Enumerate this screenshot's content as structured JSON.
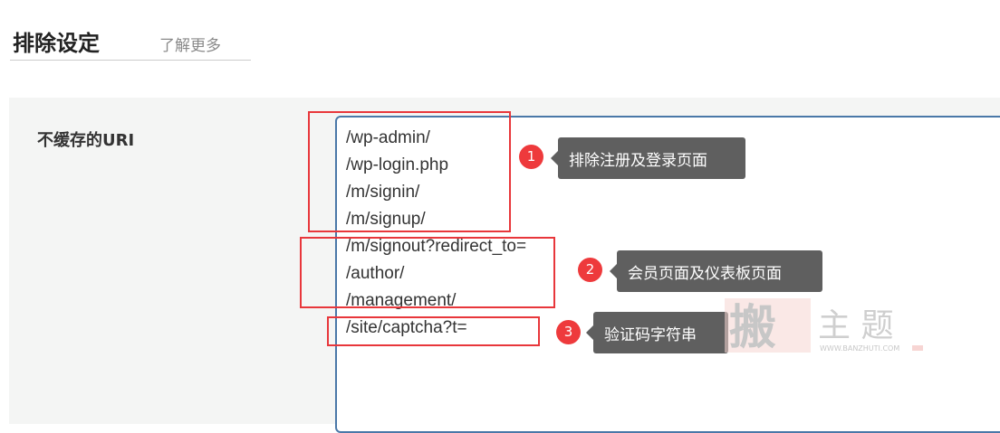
{
  "header": {
    "title": "排除设定",
    "learn_more": "了解更多"
  },
  "field": {
    "label": "不缓存的URI",
    "lines": [
      "/wp-admin/",
      "/wp-login.php",
      "/m/signin/",
      "/m/signup/",
      "/m/signout?redirect_to=",
      "/author/",
      "/management/",
      "/site/captcha?t="
    ]
  },
  "annotations": [
    {
      "number": "1",
      "text": "排除注册及登录页面"
    },
    {
      "number": "2",
      "text": "会员页面及仪表板页面"
    },
    {
      "number": "3",
      "text": "验证码字符串"
    }
  ],
  "watermark": {
    "logo_text": "搬主题",
    "url": "WWW.BANZHUTI.COM"
  },
  "colors": {
    "annotation_red": "#e8373b",
    "tooltip_bg": "#5f5f5f",
    "textarea_border": "#4a78a8"
  }
}
